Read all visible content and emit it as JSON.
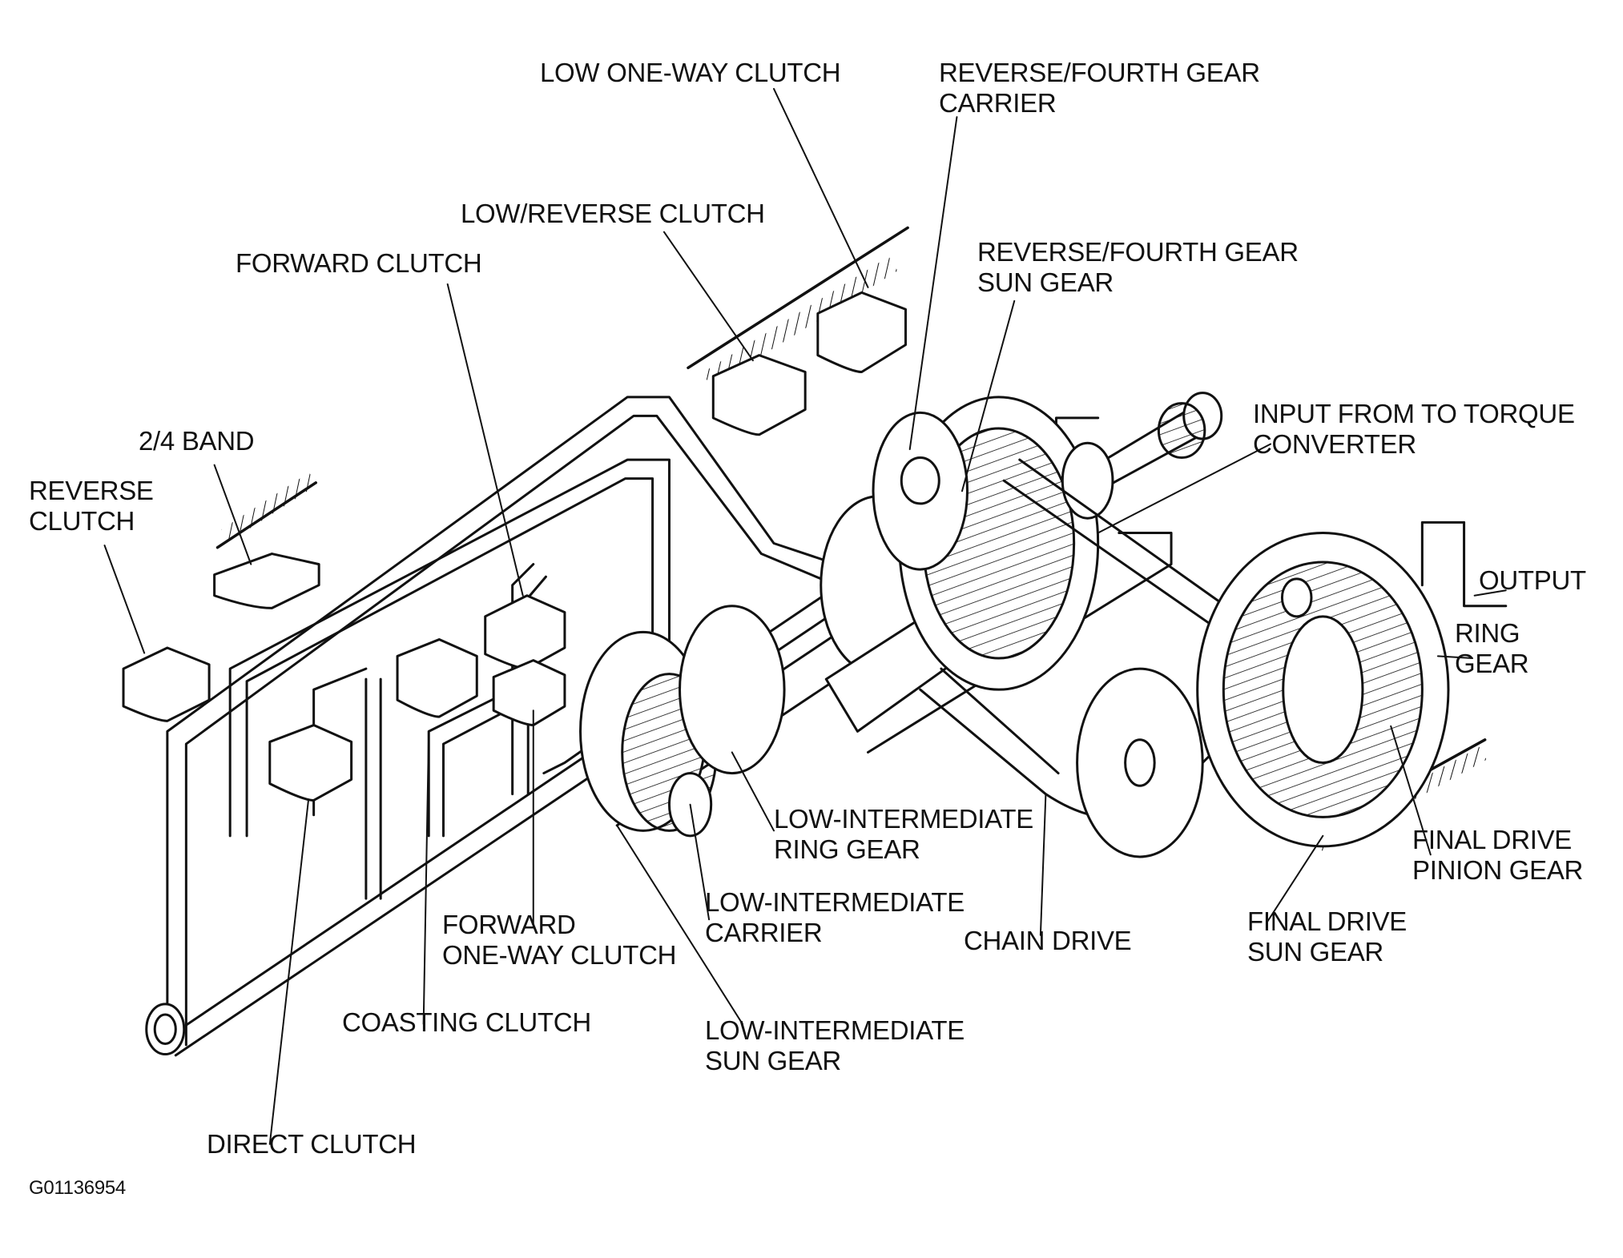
{
  "labels": {
    "low_one_way_clutch": [
      "LOW ONE-WAY CLUTCH"
    ],
    "reverse_fourth_gear_carrier": [
      "REVERSE/FOURTH GEAR",
      "CARRIER"
    ],
    "low_reverse_clutch": [
      "LOW/REVERSE CLUTCH"
    ],
    "reverse_fourth_gear_sun_gear": [
      "REVERSE/FOURTH GEAR",
      "SUN GEAR"
    ],
    "forward_clutch": [
      "FORWARD CLUTCH"
    ],
    "input_from_torque_converter": [
      "INPUT FROM TO TORQUE",
      "CONVERTER"
    ],
    "band_2_4": [
      "2/4 BAND"
    ],
    "reverse_clutch": [
      "REVERSE",
      "CLUTCH"
    ],
    "output": [
      "OUTPUT"
    ],
    "ring_gear": [
      "RING",
      "GEAR"
    ],
    "low_intermediate_ring_gear": [
      "LOW-INTERMEDIATE",
      "RING GEAR"
    ],
    "final_drive_pinion_gear": [
      "FINAL DRIVE",
      "PINION GEAR"
    ],
    "low_intermediate_carrier": [
      "LOW-INTERMEDIATE",
      "CARRIER"
    ],
    "forward_one_way_clutch": [
      "FORWARD",
      "ONE-WAY CLUTCH"
    ],
    "chain_drive": [
      "CHAIN DRIVE"
    ],
    "final_drive_sun_gear": [
      "FINAL DRIVE",
      "SUN GEAR"
    ],
    "coasting_clutch": [
      "COASTING CLUTCH"
    ],
    "low_intermediate_sun_gear": [
      "LOW-INTERMEDIATE",
      "SUN GEAR"
    ],
    "direct_clutch": [
      "DIRECT CLUTCH"
    ]
  },
  "figure_id": "G01136954"
}
